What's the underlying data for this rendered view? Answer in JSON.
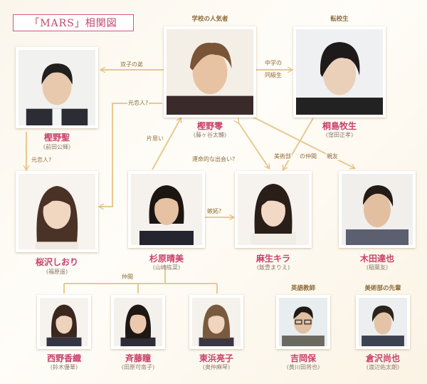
{
  "title": "「MARS」相関図",
  "characters": {
    "rei": {
      "name": "樫野零",
      "actor": "(藤ヶ谷太輔)",
      "role": "学校の人気者"
    },
    "makio": {
      "name": "桐島牧生",
      "actor": "(窪田正孝)",
      "role": "転校生"
    },
    "sei": {
      "name": "樫野聖",
      "actor": "(前田公輝)"
    },
    "shiori": {
      "name": "桜沢しおり",
      "actor": "(福原遥)"
    },
    "harumi": {
      "name": "杉原晴美",
      "actor": "(山崎紘菜)"
    },
    "kira": {
      "name": "麻生キラ",
      "actor": "(飯豊まりえ)"
    },
    "tatsuya": {
      "name": "木田達也",
      "actor": "(稲葉友)"
    },
    "kaori": {
      "name": "西野香織",
      "actor": "(鈴木優華)"
    },
    "hitomi": {
      "name": "斉藤瞳",
      "actor": "(田原可南子)"
    },
    "ryoko": {
      "name": "東浜亮子",
      "actor": "(奥仲麻琴)"
    },
    "tamotsu": {
      "name": "吉岡保",
      "actor": "(黄川田将也)",
      "role": "英語教師"
    },
    "naoya": {
      "name": "倉沢尚也",
      "actor": "(渡辺佑太朗)",
      "role": "美術部の先輩"
    }
  },
  "relations": {
    "twin_brother": "双子の弟",
    "jhs": "中学の",
    "classmate": "同級生",
    "ex_lover_1": "元恋人?",
    "ex_lover_2": "元恋人?",
    "crush": "片思い",
    "fate": "運命的な出会い?",
    "art_club": "美術部",
    "friends": "の仲間",
    "best_friend": "親友",
    "jealous": "嫉妬?",
    "buddies": "仲間"
  },
  "colors": {
    "accent": "#c8406a",
    "line": "#e8c98e",
    "label": "#8c6a3a"
  }
}
